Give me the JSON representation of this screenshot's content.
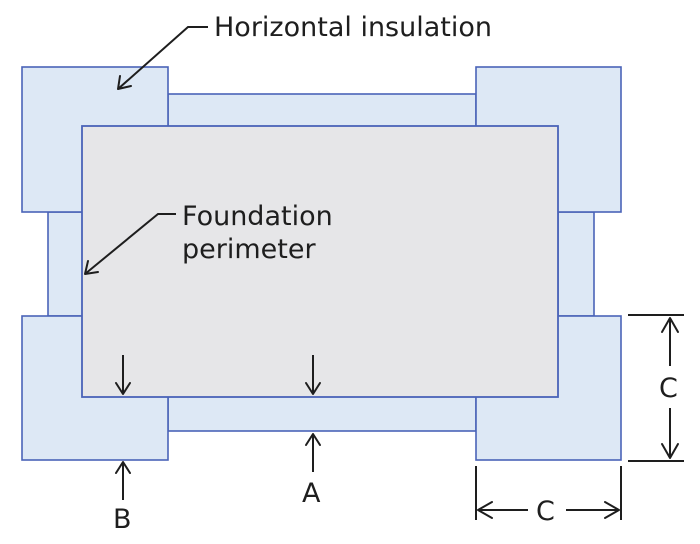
{
  "labels": {
    "horizontal_insulation": "Horizontal insulation",
    "foundation_line1": "Foundation",
    "foundation_line2": "perimeter",
    "dim_a": "A",
    "dim_b": "B",
    "dim_c_vertical": "C",
    "dim_c_horizontal": "C"
  },
  "colors": {
    "insulation_fill": "#dde8f5",
    "insulation_stroke": "#4a63b8",
    "foundation_fill": "#e6e6e8",
    "line_color": "#1e1e1e"
  }
}
